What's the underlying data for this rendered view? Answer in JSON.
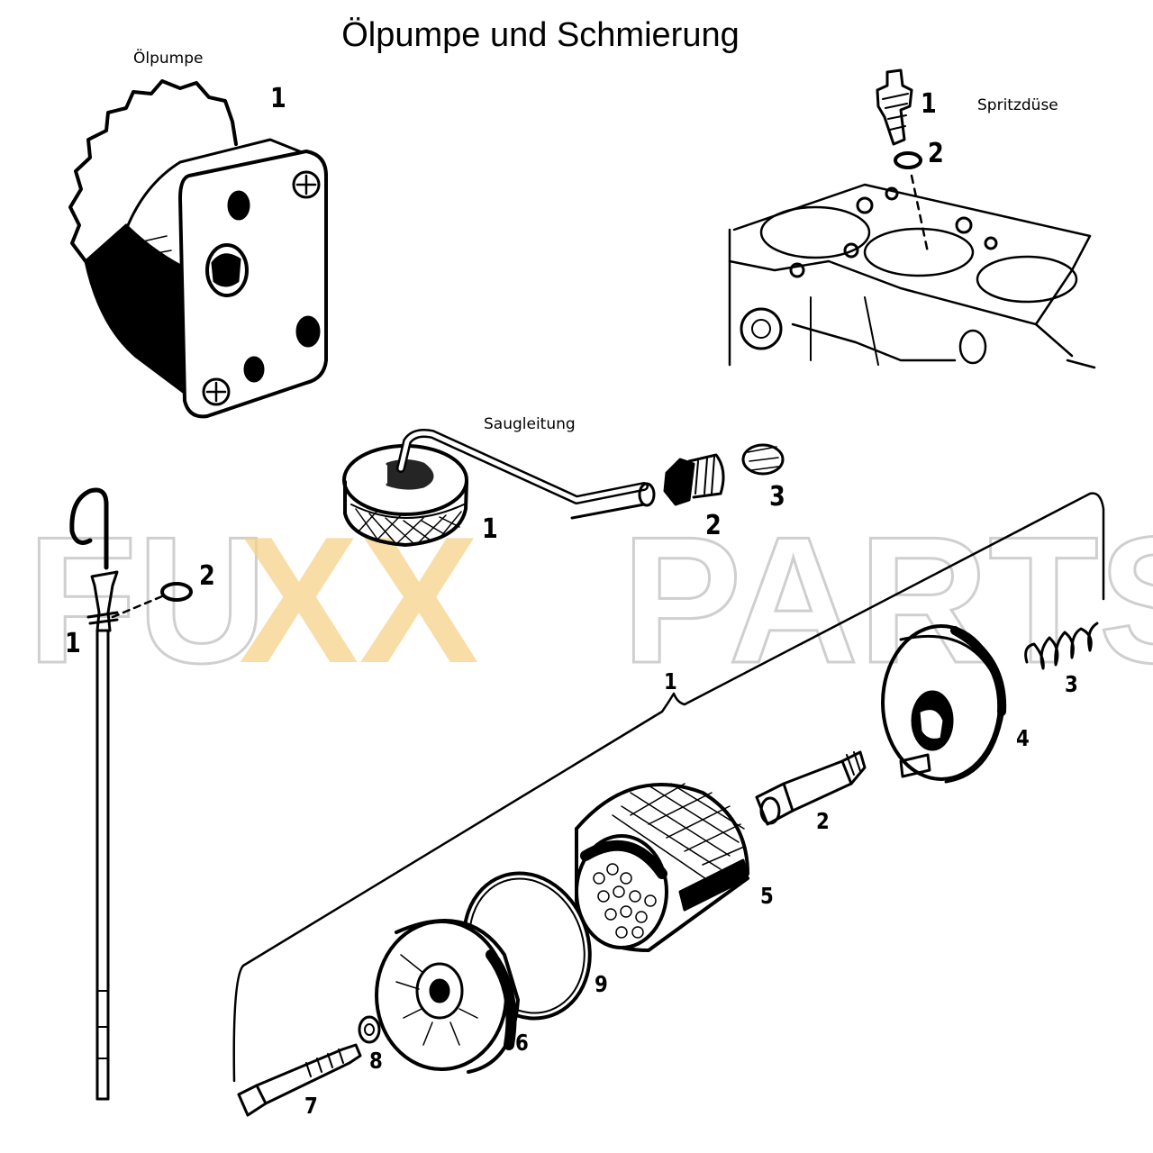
{
  "title": "Ölpumpe und Schmierung",
  "sections": {
    "oil_pump": {
      "label": "Ölpumpe",
      "callouts": [
        "1"
      ]
    },
    "spray_nozzle": {
      "label": "Spritzdüse",
      "callouts": [
        "1",
        "2"
      ]
    },
    "suction_line": {
      "label": "Saugleitung",
      "callouts": [
        "1",
        "2",
        "3"
      ]
    },
    "dipstick": {
      "callouts": [
        "1",
        "2"
      ]
    },
    "oil_filter": {
      "callouts": [
        "1",
        "2",
        "3",
        "4",
        "5",
        "6",
        "7",
        "8",
        "9"
      ]
    }
  },
  "watermark": {
    "part_a": "FU",
    "part_b": "XX",
    "part_c": "PARTS",
    "accent": "#f6d28a",
    "outline": "#b0b0b0"
  },
  "colors": {
    "ink": "#000000",
    "paper": "#ffffff"
  }
}
